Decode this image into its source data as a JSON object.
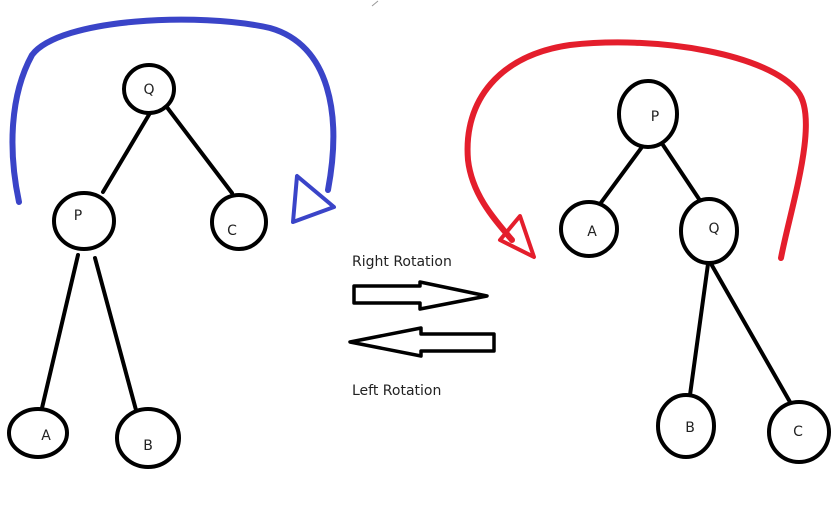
{
  "colors": {
    "ink": "#000000",
    "right_rotation_arc": "#3a44c8",
    "left_rotation_arc": "#e41e2c"
  },
  "left_tree": {
    "root": "Q",
    "node_q": "Q",
    "node_p": "P",
    "node_c": "C",
    "node_a": "A",
    "node_b": "B"
  },
  "right_tree": {
    "root": "P",
    "node_p": "P",
    "node_a": "A",
    "node_q": "Q",
    "node_b": "B",
    "node_c": "C"
  },
  "labels": {
    "right_rotation": "Right Rotation",
    "left_rotation": "Left Rotation"
  }
}
